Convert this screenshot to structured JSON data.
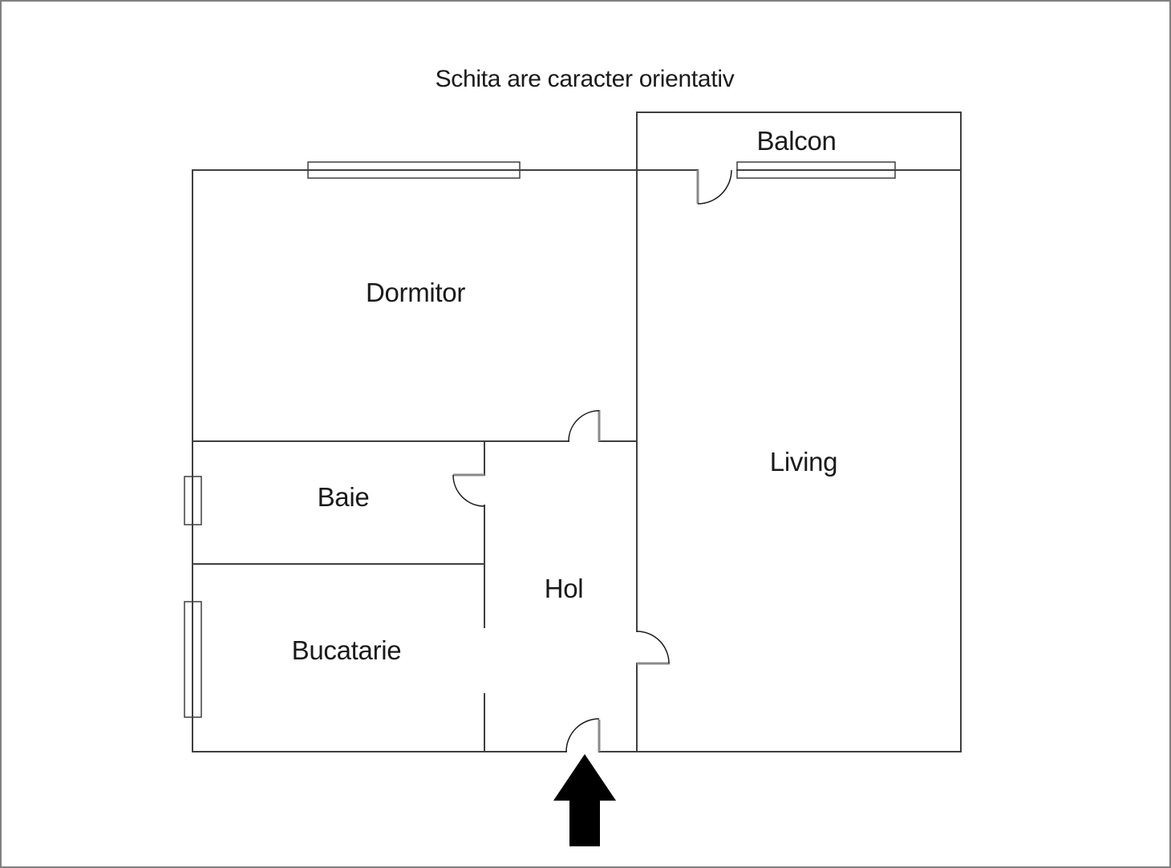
{
  "title": "Schita are caracter orientativ",
  "rooms": {
    "dormitor": {
      "label": "Dormitor"
    },
    "balcon": {
      "label": "Balcon"
    },
    "living": {
      "label": "Living"
    },
    "baie": {
      "label": "Baie"
    },
    "hol": {
      "label": "Hol"
    },
    "bucatarie": {
      "label": "Bucatarie"
    }
  },
  "icons": {
    "entrance_arrow": "arrow-up-entrance"
  },
  "colors": {
    "background": "#ffffff",
    "canvas_border": "#808080",
    "wall": "#3f3f3f",
    "window_border": "#3f3f3f",
    "door_leaf": "#8a8a8a",
    "door_arc": "#1a1a1a",
    "arrow": "#000000",
    "text": "#1a1a1a"
  }
}
